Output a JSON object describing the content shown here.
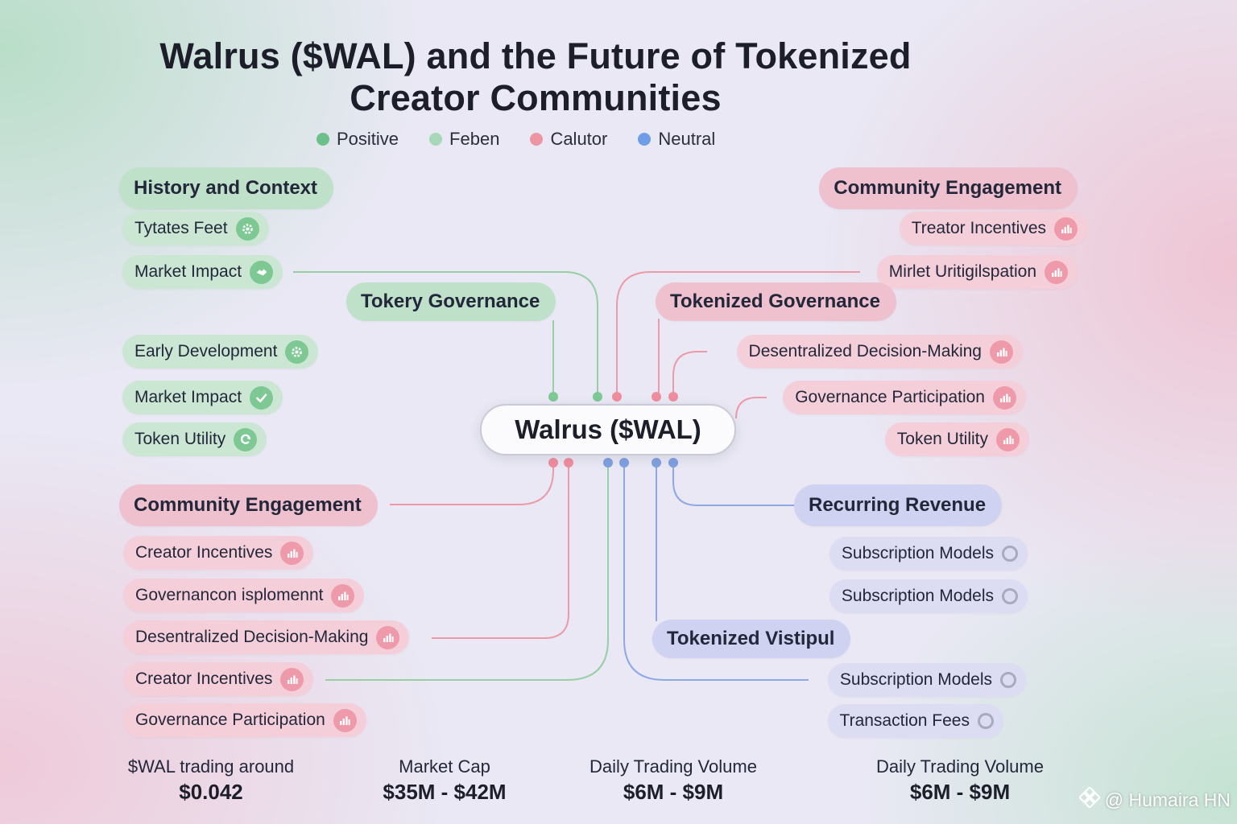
{
  "title": {
    "line1": "Walrus ($WAL) and the Future of  Tokenized",
    "line2": "Creator Communities"
  },
  "legend": [
    {
      "label": "Positive",
      "color": "#6dc08a"
    },
    {
      "label": "Feben",
      "color": "#a8d8b8"
    },
    {
      "label": "Calutor",
      "color": "#ec96a4"
    },
    {
      "label": "Neutral",
      "color": "#6f9ee6"
    }
  ],
  "center": {
    "label": "Walrus ($WAL)"
  },
  "left_top": {
    "history_head": "History and Context",
    "tytates": "Tytates Feet",
    "market_impact_1": "Market Impact",
    "tokery_head": "Tokery Governance",
    "early_dev": "Early Development",
    "market_impact_2": "Market Impact",
    "token_utility": "Token Utility"
  },
  "left_bottom": {
    "community_head": "Community Engagement",
    "creator_incentives_1": "Creator Incentives",
    "governancon": "Governancon isplomennt",
    "desentralized": "Desentralized Decision-Making",
    "creator_incentives_2": "Creator Incentives",
    "governance_participation": "Governance Participation"
  },
  "right_top": {
    "community_head": "Community Engagement",
    "treator": "Treator Incentives",
    "mirlet": "Mirlet Uritigilspation",
    "tokenized_gov_head": "Tokenized Governance",
    "desentralized": "Desentralized Decision-Making",
    "governance_participation": "Governance Participation",
    "token_utility": "Token Utility"
  },
  "right_bottom": {
    "recurring_head": "Recurring Revenue",
    "subscription_1": "Subscription Models",
    "subscription_2": "Subscription Models",
    "vistipul_head": "Tokenized Vistipul",
    "subscription_3": "Subscription Models",
    "transaction_fees": "Transaction Fees"
  },
  "stats": [
    {
      "label": "$WAL trading around",
      "value": "$0.042"
    },
    {
      "label": "Market Cap",
      "value": "$35M - $42M"
    },
    {
      "label": "Daily Trading Volume",
      "value": "$6M - $9M"
    },
    {
      "label": "Daily Trading Volume",
      "value": "$6M - $9M"
    }
  ],
  "watermark": "@ Humaira HN",
  "colors": {
    "green_line": "#96cfa4",
    "red_line": "#ec9aa8",
    "blue_line": "#8ea8e6"
  }
}
